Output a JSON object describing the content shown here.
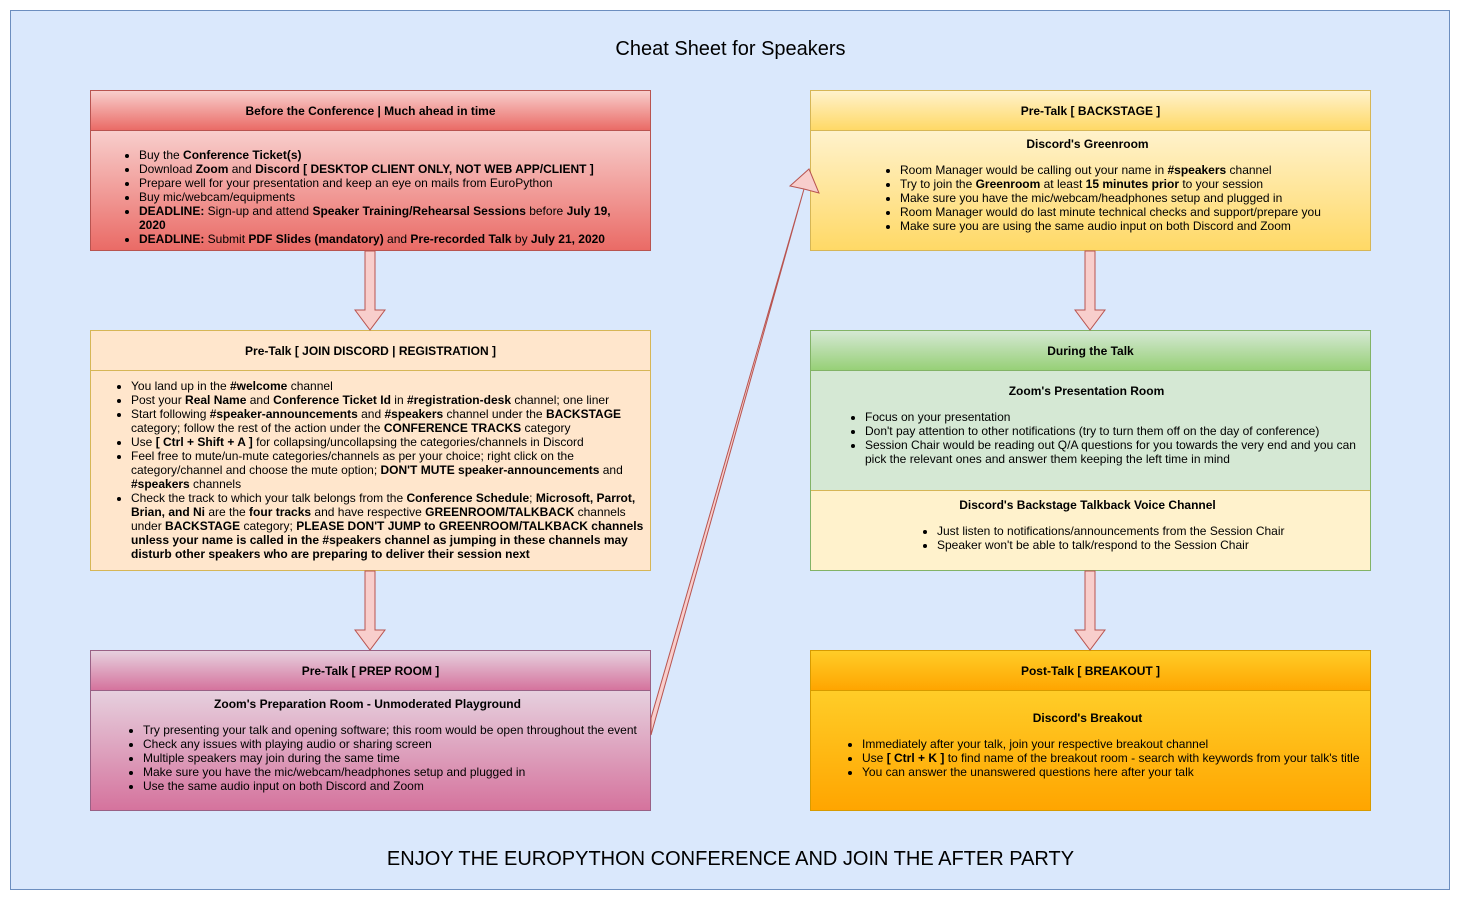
{
  "title": "Cheat Sheet for Speakers",
  "footer": "ENJOY THE EUROPYTHON CONFERENCE AND JOIN THE AFTER PARTY",
  "colors": {
    "background": "#dae8fc",
    "before": "#ea6b66",
    "join": "#ffe6cc",
    "prep": "#d5739d",
    "backstage": "#ffd966",
    "during": "#97d077",
    "post": "#ffa500",
    "arrow_fill": "#f8cecc",
    "arrow_stroke": "#b85450"
  },
  "before": {
    "header": "Before the Conference | Much ahead in time",
    "items": [
      [
        {
          "t": "Buy the "
        },
        {
          "t": "Conference Ticket(s)",
          "b": true
        }
      ],
      [
        {
          "t": "Download "
        },
        {
          "t": "Zoom",
          "b": true
        },
        {
          "t": " and "
        },
        {
          "t": "Discord",
          "b": true
        },
        {
          "t": " "
        },
        {
          "t": "[ DESKTOP CLIENT ONLY, NOT WEB APP/CLIENT ]",
          "b": true
        }
      ],
      [
        {
          "t": "Prepare well for your presentation and keep an eye on mails from EuroPython"
        }
      ],
      [
        {
          "t": "Buy mic/webcam/equipments"
        }
      ],
      [
        {
          "t": "DEADLINE:",
          "b": true
        },
        {
          "t": " Sign-up and attend "
        },
        {
          "t": "Speaker Training/Rehearsal Sessions",
          "b": true
        },
        {
          "t": " before "
        },
        {
          "t": "July 19, 2020",
          "b": true
        }
      ],
      [
        {
          "t": "DEADLINE:",
          "b": true
        },
        {
          "t": " Submit "
        },
        {
          "t": "PDF Slides (mandatory)",
          "b": true
        },
        {
          "t": " and "
        },
        {
          "t": "Pre-recorded Talk",
          "b": true
        },
        {
          "t": " by "
        },
        {
          "t": "July 21, 2020",
          "b": true
        }
      ]
    ]
  },
  "join": {
    "header": "Pre-Talk [ JOIN DISCORD | REGISTRATION ]",
    "items": [
      [
        {
          "t": "You land up in the "
        },
        {
          "t": "#welcome",
          "b": true
        },
        {
          "t": " channel"
        }
      ],
      [
        {
          "t": "Post your "
        },
        {
          "t": "Real Name",
          "b": true
        },
        {
          "t": " and "
        },
        {
          "t": "Conference Ticket Id",
          "b": true
        },
        {
          "t": " in "
        },
        {
          "t": "#registration-desk",
          "b": true
        },
        {
          "t": " channel; one liner"
        }
      ],
      [
        {
          "t": "Start following "
        },
        {
          "t": "#speaker-announcements",
          "b": true
        },
        {
          "t": " and "
        },
        {
          "t": "#speakers",
          "b": true
        },
        {
          "t": " channel under the "
        },
        {
          "t": "BACKSTAGE",
          "b": true
        },
        {
          "t": " category; follow the rest of the action under the "
        },
        {
          "t": "CONFERENCE TRACKS",
          "b": true
        },
        {
          "t": " category"
        }
      ],
      [
        {
          "t": "Use "
        },
        {
          "t": "[ Ctrl + Shift + A ]",
          "b": true
        },
        {
          "t": " for collapsing/uncollapsing the categories/channels in Discord"
        }
      ],
      [
        {
          "t": "Feel free to mute/un-mute categories/channels as per your choice; right click on the category/channel and choose the mute option; "
        },
        {
          "t": "DON'T MUTE speaker-announcements",
          "b": true
        },
        {
          "t": " and "
        },
        {
          "t": "#speakers",
          "b": true
        },
        {
          "t": " channels"
        }
      ],
      [
        {
          "t": "Check the track to which your talk belongs from the "
        },
        {
          "t": "Conference Schedule",
          "b": true
        },
        {
          "t": "; "
        },
        {
          "t": "Microsoft, Parrot, Brian, and Ni",
          "b": true
        },
        {
          "t": " are the "
        },
        {
          "t": "four tracks",
          "b": true
        },
        {
          "t": " and have respective "
        },
        {
          "t": "GREENROOM/TALKBACK",
          "b": true
        },
        {
          "t": " channels under "
        },
        {
          "t": "BACKSTAGE",
          "b": true
        },
        {
          "t": " category; "
        },
        {
          "t": "PLEASE DON'T JUMP to GREENROOM/TALKBACK channels unless your name is called in the #speakers channel as jumping in these channels may disturb other speakers who are preparing to deliver their session next",
          "b": true
        }
      ]
    ]
  },
  "prep": {
    "header": "Pre-Talk [ PREP ROOM ]",
    "subtitle": "Zoom's Preparation Room - Unmoderated Playground",
    "items": [
      [
        {
          "t": "Try presenting your talk and opening software; this room would be open throughout the event"
        }
      ],
      [
        {
          "t": "Check any issues with playing audio or sharing screen"
        }
      ],
      [
        {
          "t": "Multiple speakers may join during the same time"
        }
      ],
      [
        {
          "t": "Make sure you have the mic/webcam/headphones setup and plugged in"
        }
      ],
      [
        {
          "t": "Use the same audio input on both Discord and Zoom"
        }
      ]
    ]
  },
  "backstage": {
    "header": "Pre-Talk [ BACKSTAGE ]",
    "subtitle": "Discord's Greenroom",
    "items": [
      [
        {
          "t": "Room Manager would be calling out your name in "
        },
        {
          "t": "#speakers",
          "b": true
        },
        {
          "t": " channel"
        }
      ],
      [
        {
          "t": "Try to join the "
        },
        {
          "t": "Greenroom",
          "b": true
        },
        {
          "t": " at least "
        },
        {
          "t": "15 minutes prior",
          "b": true
        },
        {
          "t": " to your session"
        }
      ],
      [
        {
          "t": "Make sure you have the mic/webcam/headphones setup and plugged in"
        }
      ],
      [
        {
          "t": "Room Manager would do last minute technical checks and support/prepare you"
        }
      ],
      [
        {
          "t": "Make sure you are using the same audio input on both Discord and Zoom"
        }
      ]
    ]
  },
  "during": {
    "header": "During the Talk",
    "zoom": {
      "subtitle": "Zoom's Presentation Room",
      "items": [
        [
          {
            "t": "Focus on your presentation"
          }
        ],
        [
          {
            "t": "Don't pay attention to other notifications (try to turn them off on the day of conference)"
          }
        ],
        [
          {
            "t": "Session Chair would be reading out Q/A questions for you towards the very end and you can pick the relevant ones and answer them keeping the left time in mind"
          }
        ]
      ]
    },
    "discord": {
      "subtitle": "Discord's Backstage Talkback Voice Channel",
      "items": [
        [
          {
            "t": "Just listen to notifications/announcements from the Session Chair"
          }
        ],
        [
          {
            "t": "Speaker won't be able to talk/respond to the Session Chair"
          }
        ]
      ]
    }
  },
  "post": {
    "header": "Post-Talk [ BREAKOUT ]",
    "subtitle": "Discord's Breakout",
    "items": [
      [
        {
          "t": "Immediately after your talk, join your respective breakout channel"
        }
      ],
      [
        {
          "t": "Use "
        },
        {
          "t": "[ Ctrl + K ]",
          "b": true
        },
        {
          "t": " to find name of the breakout room - search with keywords from your talk's title"
        }
      ],
      [
        {
          "t": "You can answer the unanswered questions here after your talk"
        }
      ]
    ]
  }
}
